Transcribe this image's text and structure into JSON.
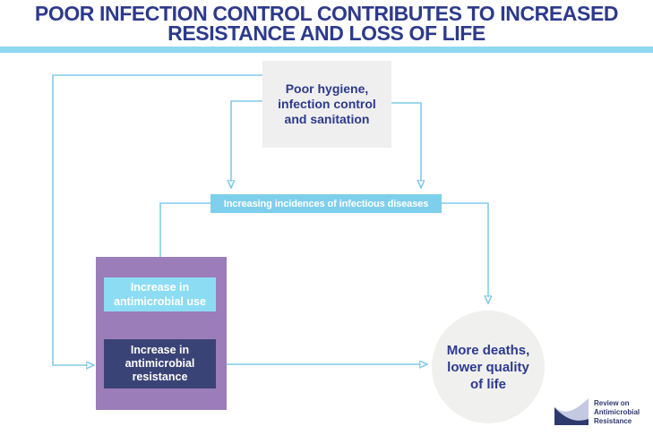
{
  "header": {
    "title_line1": "POOR INFECTION CONTROL CONTRIBUTES TO INCREASED",
    "title_line2": "RESISTANCE AND LOSS OF LIFE"
  },
  "flowchart": {
    "hygiene_box": {
      "line1": "Poor hygiene,",
      "line2": "infection control",
      "line3": "and sanitation"
    },
    "incidence_banner": {
      "label": "Increasing incidences of infectious diseases"
    },
    "use_box": {
      "line1": "Increase in",
      "line2": "antimicrobial use"
    },
    "resistance_box": {
      "line1": "Increase in",
      "line2": "antimicrobial",
      "line3": "resistance"
    },
    "outcome_circle": {
      "line1": "More deaths,",
      "line2": "lower quality",
      "line3": "of life"
    }
  },
  "logo": {
    "line1": "Review on",
    "line2": "Antimicrobial",
    "line3": "Resistance"
  },
  "colors": {
    "title_navy": "#2d3a8c",
    "divider_cyan": "#8ed8f0",
    "arrow_blue": "#82cbe9",
    "banner_blue": "#7ecfec",
    "use_box_blue": "#8cdcf4",
    "resistance_navy": "#3a4375",
    "purple": "#9b7db9",
    "box_gray": "#efefef",
    "circle_gray": "#f0f0ef",
    "logo_navy": "#2e3a6e",
    "logo_lavender": "#c4c9e2"
  }
}
